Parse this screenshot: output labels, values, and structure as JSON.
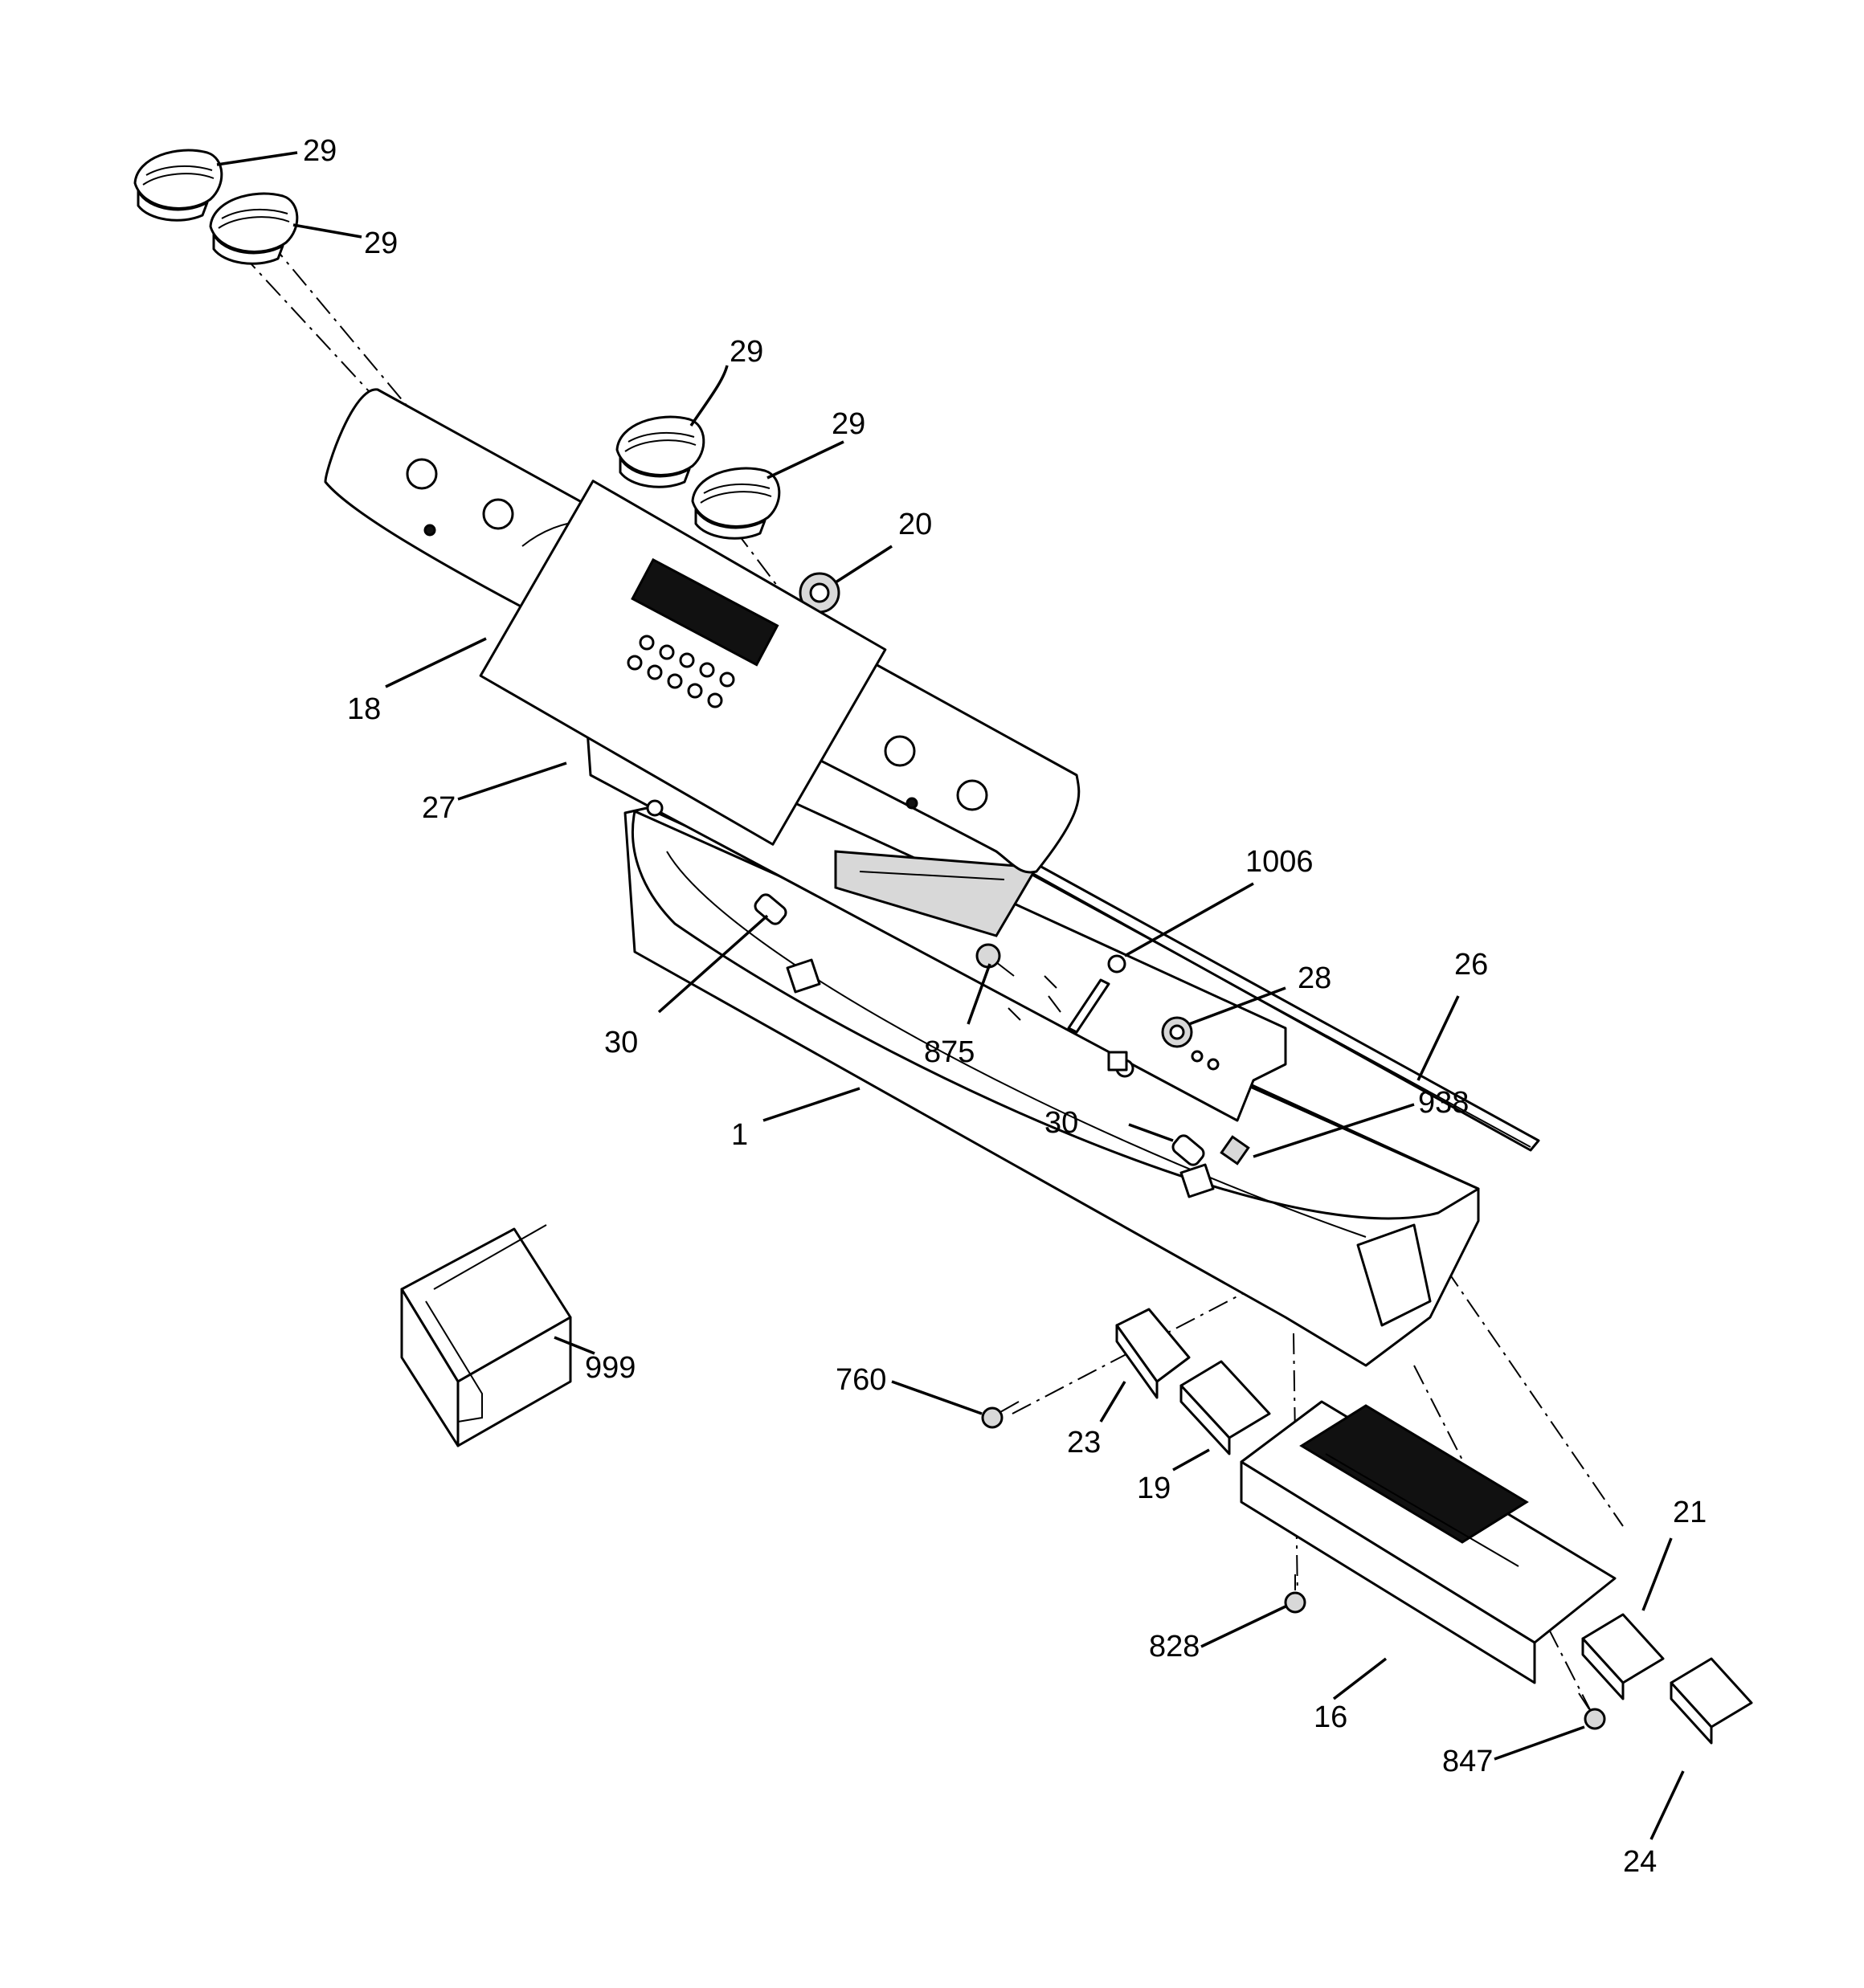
{
  "callouts": [
    {
      "id": "c-29a",
      "label": "29"
    },
    {
      "id": "c-29b",
      "label": "29"
    },
    {
      "id": "c-29c",
      "label": "29"
    },
    {
      "id": "c-29d",
      "label": "29"
    },
    {
      "id": "c-20",
      "label": "20"
    },
    {
      "id": "c-18",
      "label": "18"
    },
    {
      "id": "c-27",
      "label": "27"
    },
    {
      "id": "c-1006",
      "label": "1006"
    },
    {
      "id": "c-28",
      "label": "28"
    },
    {
      "id": "c-26",
      "label": "26"
    },
    {
      "id": "c-30a",
      "label": "30"
    },
    {
      "id": "c-875",
      "label": "875"
    },
    {
      "id": "c-30b",
      "label": "30"
    },
    {
      "id": "c-938",
      "label": "938"
    },
    {
      "id": "c-1",
      "label": "1"
    },
    {
      "id": "c-999",
      "label": "999"
    },
    {
      "id": "c-760",
      "label": "760"
    },
    {
      "id": "c-23",
      "label": "23"
    },
    {
      "id": "c-19",
      "label": "19"
    },
    {
      "id": "c-21",
      "label": "21"
    },
    {
      "id": "c-828",
      "label": "828"
    },
    {
      "id": "c-16",
      "label": "16"
    },
    {
      "id": "c-847",
      "label": "847"
    },
    {
      "id": "c-24",
      "label": "24"
    }
  ]
}
